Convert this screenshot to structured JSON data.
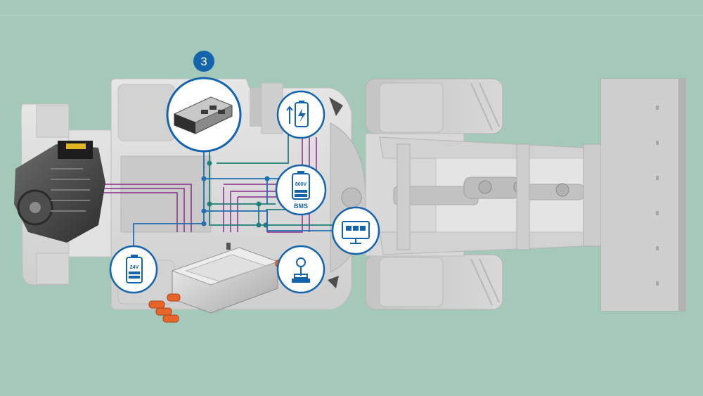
{
  "step_badge": {
    "number": "3"
  },
  "battery_low_voltage": {
    "label": "24V"
  },
  "battery_high_voltage": {
    "voltage_label": "800V",
    "system_label": "BMS"
  },
  "colors": {
    "background": "#a4c9b9",
    "brand_blue": "#1464ad",
    "can_bus_teal": "#1f7f7a",
    "hv_bus_purple": "#8a2a8c",
    "lv_bus_blue": "#1c6fb3",
    "vehicle_body": "#dcdcdc",
    "connector_orange": "#e8652a"
  },
  "icons": [
    "ecu-controller-icon",
    "battery-charging-icon",
    "battery-bms-icon",
    "display-monitor-icon",
    "joystick-icon",
    "battery-24v-icon",
    "electric-motor-icon",
    "inverter-converter-icon"
  ]
}
